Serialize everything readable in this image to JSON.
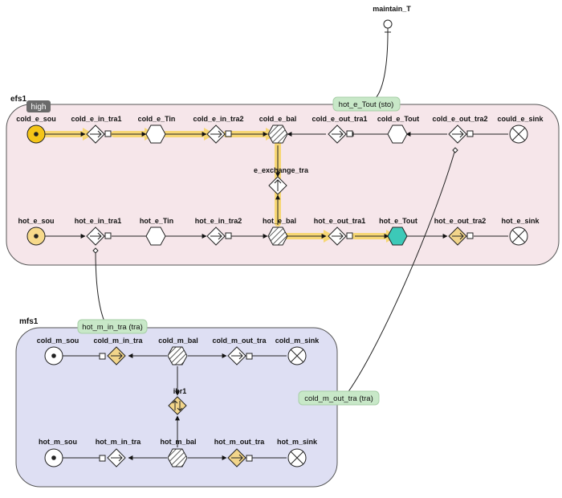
{
  "groups": {
    "efs1": {
      "label": "efs1",
      "fill": "#f6e6ea",
      "stroke": "#555555",
      "badge": "high"
    },
    "mfs1": {
      "label": "mfs1",
      "fill": "#dedff3",
      "stroke": "#555555"
    }
  },
  "external": {
    "maintain_t": "maintain_T"
  },
  "tags": {
    "hot_e_tout_sto": "hot_e_Tout (sto)",
    "hot_m_in_tra": "hot_m_in_tra (tra)",
    "cold_m_out_tra": "cold_m_out_tra (tra)"
  },
  "nodes": {
    "cold_e_sou": "cold_e_sou",
    "cold_e_in_tra1": "cold_e_in_tra1",
    "cold_e_tin": "cold_e_Tin",
    "cold_e_in_tra2": "cold_e_in_tra2",
    "cold_e_bal": "cold_e_bal",
    "cold_e_out_tra1": "cold_e_out_tra1",
    "cold_e_tout": "cold_e_Tout",
    "cold_e_out_tra2": "cold_e_out_tra2",
    "could_e_sink": "could_e_sink",
    "e_exchange_tra": "e_exchange_tra",
    "hot_e_sou": "hot_e_sou",
    "hot_e_in_tra1": "hot_e_in_tra1",
    "hot_e_tin": "hot_e_Tin",
    "hot_e_in_tra2": "hot_e_in_tra2",
    "hot_e_bal": "hot_e_bal",
    "hot_e_out_tra1": "hot_e_out_tra1",
    "hot_e_tout": "hot_e_Tout",
    "hot_e_out_tra2": "hot_e_out_tra2",
    "hot_e_sink": "hot_e_sink",
    "cold_m_sou": "cold_m_sou",
    "cold_m_in_tra": "cold_m_in_tra",
    "cold_m_bal": "cold_m_bal",
    "cold_m_out_tra": "cold_m_out_tra",
    "cold_m_sink": "cold_m_sink",
    "ihr1": "ihr1",
    "hot_m_sou": "hot_m_sou",
    "hot_m_in_tra": "hot_m_in_tra",
    "hot_m_bal": "hot_m_bal",
    "hot_m_out_tra": "hot_m_out_tra",
    "hot_m_sink": "hot_m_sink"
  },
  "colors": {
    "highlight": "#f7d774",
    "source_fill": "#f5c518",
    "source_fill_light": "#f7d98a",
    "teal": "#3cc9b8",
    "tag_bg": "#c8e8c8",
    "transfer_fill_yellow": "#f2d58a"
  }
}
